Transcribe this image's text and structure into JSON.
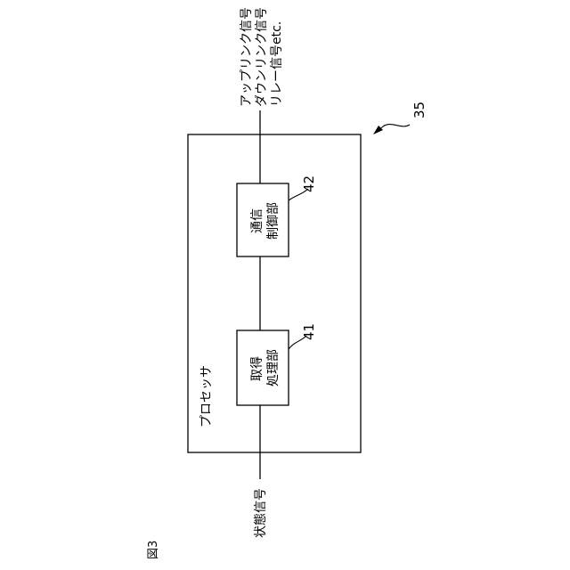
{
  "figure": {
    "label": "図3"
  },
  "processor": {
    "ref_number": "35",
    "label": "プロセッサ"
  },
  "blocks": {
    "acquisition": {
      "line1": "取得",
      "line2": "処理部",
      "ref_number": "41"
    },
    "communication": {
      "line1": "通信",
      "line2": "制御部",
      "ref_number": "42"
    }
  },
  "signals": {
    "input": "状態信号",
    "output_lines": [
      "アップリンク信号",
      "ダウンリンク信号",
      "リレー信号etc."
    ]
  },
  "colors": {
    "stroke": "#000000",
    "background": "#ffffff"
  }
}
